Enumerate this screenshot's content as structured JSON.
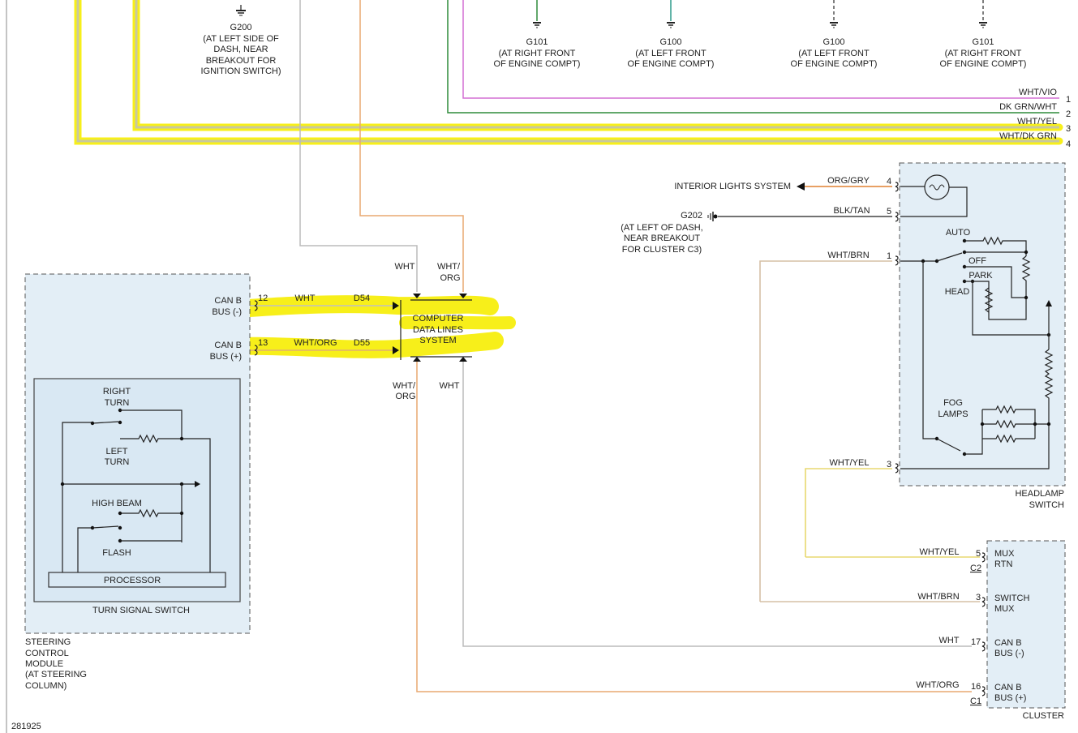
{
  "diagram_id": "281925",
  "grounds_top": [
    {
      "id": "G200",
      "loc": [
        "(AT LEFT SIDE OF",
        "DASH, NEAR",
        "BREAKOUT FOR",
        "IGNITION SWITCH)"
      ]
    },
    {
      "id": "G101",
      "loc": [
        "(AT RIGHT FRONT",
        "OF ENGINE COMPT)"
      ]
    },
    {
      "id": "G100",
      "loc": [
        "(AT LEFT FRONT",
        "OF ENGINE COMPT)"
      ]
    },
    {
      "id": "G100",
      "loc": [
        "(AT LEFT FRONT",
        "OF ENGINE COMPT)"
      ]
    },
    {
      "id": "G101",
      "loc": [
        "(AT RIGHT FRONT",
        "OF ENGINE COMPT)"
      ]
    }
  ],
  "bus_wires": [
    {
      "label": "WHT/VIO",
      "pin": "1",
      "color": "#d36fd3"
    },
    {
      "label": "DK GRN/WHT",
      "pin": "2",
      "color": "#2e8b3a"
    },
    {
      "label": "WHT/YEL",
      "pin": "3",
      "color": "#c8c8a0"
    },
    {
      "label": "WHT/DK GRN",
      "pin": "4",
      "color": "#c8c8a0"
    }
  ],
  "highlight_color": "#f7ef1a",
  "cdl": {
    "title": [
      "COMPUTER",
      "DATA LINES",
      "SYSTEM"
    ],
    "top_left": "WHT",
    "top_right": [
      "WHT/",
      "ORG"
    ],
    "bottom_left": [
      "WHT/",
      "ORG"
    ],
    "bottom_right": "WHT"
  },
  "scm": {
    "label": [
      "STEERING",
      "CONTROL",
      "MODULE",
      "(AT STEERING",
      "COLUMN)"
    ],
    "pins": [
      {
        "name": [
          "CAN B",
          "BUS (-)"
        ],
        "pin": "12",
        "wire": "WHT",
        "circuit": "D54"
      },
      {
        "name": [
          "CAN B",
          "BUS (+)"
        ],
        "pin": "13",
        "wire": "WHT/ORG",
        "circuit": "D55"
      }
    ],
    "tss": {
      "label": "TURN SIGNAL SWITCH",
      "right_turn": [
        "RIGHT",
        "TURN"
      ],
      "left_turn": [
        "LEFT",
        "TURN"
      ],
      "high_beam": "HIGH BEAM",
      "flash": "FLASH",
      "processor": "PROCESSOR"
    }
  },
  "headlamp": {
    "label": [
      "HEADLAMP",
      "SWITCH"
    ],
    "interior_lights": "INTERIOR LIGHTS SYSTEM",
    "wire4": {
      "label": "ORG/GRY",
      "pin": "4"
    },
    "wire5": {
      "label": "BLK/TAN",
      "pin": "5"
    },
    "wire1": {
      "label": "WHT/BRN",
      "pin": "1"
    },
    "wire3": {
      "label": "WHT/YEL",
      "pin": "3"
    },
    "g202": {
      "id": "G202",
      "loc": [
        "(AT LEFT OF DASH,",
        "NEAR BREAKOUT",
        "FOR CLUSTER C3)"
      ]
    },
    "positions": [
      "AUTO",
      "OFF",
      "PARK",
      "HEAD"
    ],
    "fog": [
      "FOG",
      "LAMPS"
    ]
  },
  "cluster": {
    "label": "CLUSTER",
    "pins": [
      {
        "wire": "WHT/YEL",
        "pin": "5",
        "name": [
          "MUX",
          "RTN"
        ],
        "conn": "C2"
      },
      {
        "wire": "WHT/BRN",
        "pin": "3",
        "name": [
          "SWITCH",
          "MUX"
        ],
        "conn": ""
      },
      {
        "wire": "WHT",
        "pin": "17",
        "name": [
          "CAN B",
          "BUS (-)"
        ],
        "conn": ""
      },
      {
        "wire": "WHT/ORG",
        "pin": "16",
        "name": [
          "CAN B",
          "BUS (+)"
        ],
        "conn": "C1"
      }
    ]
  }
}
